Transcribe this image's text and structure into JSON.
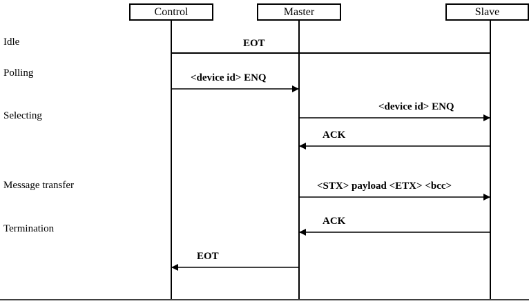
{
  "actors": {
    "control": "Control",
    "master": "Master",
    "slave": "Slave"
  },
  "phases": {
    "idle": "Idle",
    "polling": "Polling",
    "selecting": "Selecting",
    "message_transfer": "Message transfer",
    "termination": "Termination"
  },
  "messages": [
    {
      "label": "EOT",
      "from": "control",
      "to": "slave",
      "arrow": "none"
    },
    {
      "label": "<device id> ENQ",
      "from": "control",
      "to": "master",
      "arrow": "end"
    },
    {
      "label": "<device id> ENQ",
      "from": "master",
      "to": "slave",
      "arrow": "end"
    },
    {
      "label": "ACK",
      "from": "slave",
      "to": "master",
      "arrow": "end"
    },
    {
      "label": "<STX> payload <ETX> <bcc>",
      "from": "master",
      "to": "slave",
      "arrow": "end"
    },
    {
      "label": "ACK",
      "from": "slave",
      "to": "master",
      "arrow": "end"
    },
    {
      "label": "EOT",
      "from": "master",
      "to": "control",
      "arrow": "end"
    }
  ]
}
